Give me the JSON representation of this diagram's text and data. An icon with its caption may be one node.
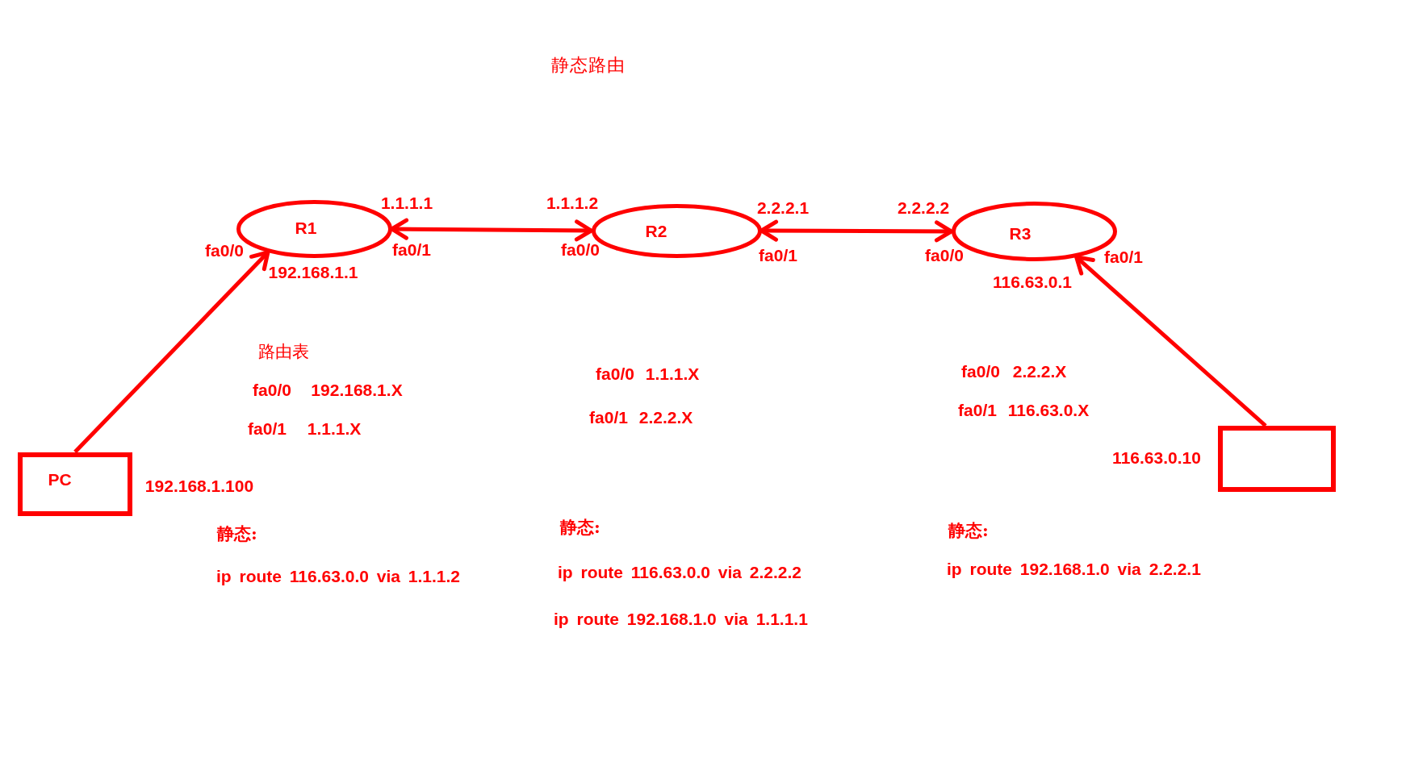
{
  "diagram": {
    "title": "静态路由",
    "nodes": [
      {
        "text": [
          "R1"
        ],
        "beside": [
          "1.1.1.1",
          "fa0/0",
          "fa0/1",
          "192.168.1.1"
        ]
      },
      {
        "text": [
          "R2"
        ],
        "beside": [
          "1.1.1.2",
          "2.2.2.1",
          "fa0/0",
          "fa0/1"
        ]
      },
      {
        "text": [
          "R3"
        ],
        "beside": [
          "2.2.2.2",
          "fa0/0",
          "fa0/1",
          "116.63.0.1"
        ]
      },
      {
        "text": [
          "PC"
        ],
        "beside": [
          "192.168.1.100"
        ]
      },
      {
        "text": [],
        "shape": "box",
        "beside": [
          "116.63.0.10"
        ]
      }
    ],
    "edges": [
      {
        "from": 3,
        "to": 0,
        "arrow": "to"
      },
      {
        "from": 0,
        "to": 1,
        "arrow": "both"
      },
      {
        "from": 1,
        "to": 2,
        "arrow": "both"
      },
      {
        "from": 4,
        "to": 2,
        "arrow": "to"
      }
    ],
    "labels": [
      "路由表",
      "fa0/0",
      "192.168.1.X",
      "fa0/1",
      "1.1.1.X",
      "fa0/0",
      "1.1.1.X",
      "fa0/1",
      "2.2.2.X",
      "fa0/0",
      "2.2.2.X",
      "fa0/1",
      "116.63.0.X",
      "静态:",
      "ip route 116.63.0.0 via 1.1.1.2",
      "静态:",
      "ip route 116.63.0.0 via 2.2.2.2",
      "ip route 192.168.1.0 via 1.1.1.1",
      "静态:",
      "ip route 192.168.1.0 via 2.2.2.1"
    ]
  }
}
